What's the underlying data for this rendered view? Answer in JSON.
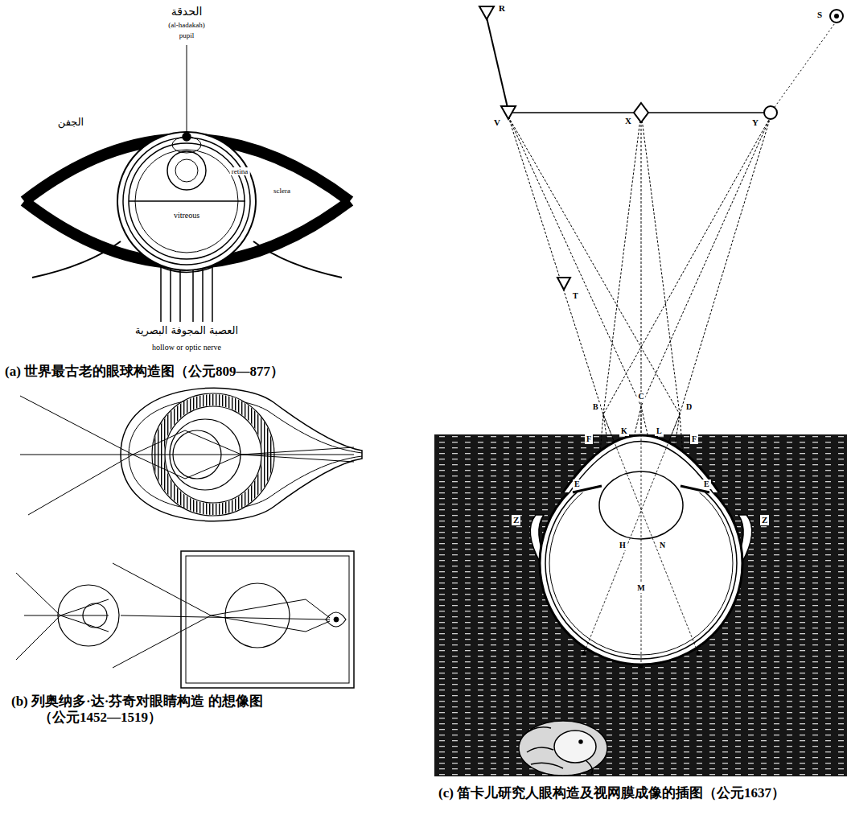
{
  "diagram": {
    "labels": [
      "الحدقة",
      "(al-hadakah)",
      "pupil",
      "الجفن",
      "vitreous",
      "retina",
      "sclera",
      "العصبة المجوفة البصرية",
      "hollow or optic nerve",
      "(a) 世界最古老的眼球构造图（公元809—877）",
      "(b) 列奥纳多·达·芬奇对眼睛构造 的想像图（公元1452—1519）",
      "(c) 笛卡儿研究人眼构造及视网膜成像的插图（公元1637）",
      "R",
      "S",
      "V",
      "X",
      "Y",
      "T",
      "B",
      "C",
      "D",
      "K",
      "L",
      "F",
      "F",
      "E",
      "E",
      "Z",
      "Z",
      "H",
      "M",
      "N"
    ]
  }
}
